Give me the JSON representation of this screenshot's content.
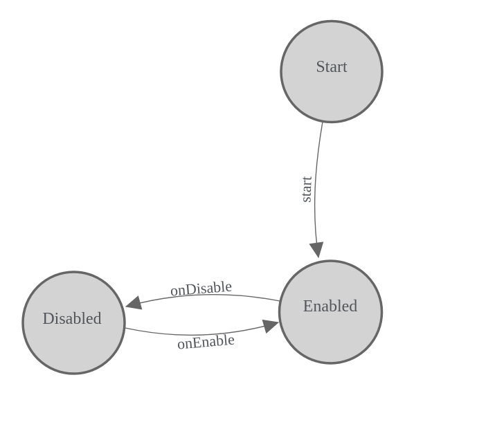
{
  "diagram": {
    "kind": "state-machine",
    "states": [
      {
        "id": "start",
        "label": "Start"
      },
      {
        "id": "enabled",
        "label": "Enabled"
      },
      {
        "id": "disabled",
        "label": "Disabled"
      }
    ],
    "transitions": [
      {
        "from": "Start",
        "to": "Enabled",
        "label": "start"
      },
      {
        "from": "Enabled",
        "to": "Disabled",
        "label": "onDisable"
      },
      {
        "from": "Disabled",
        "to": "Enabled",
        "label": "onEnable"
      }
    ],
    "colors": {
      "background": "#ffffff",
      "state_fill": "#d3d3d3",
      "state_stroke": "#666666",
      "edge_color": "#666666",
      "arrowhead_color": "#666666",
      "label_color": "#51565c"
    }
  }
}
